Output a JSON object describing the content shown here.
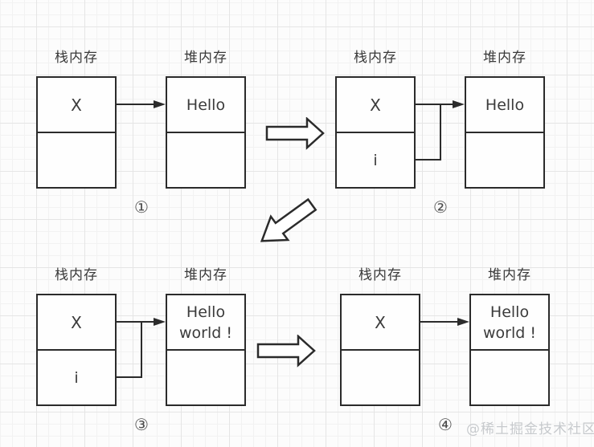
{
  "watermark": "@稀土掘金技术社区",
  "colors": {
    "line": "#2b2b2b",
    "text": "#3a3a3a",
    "box_fill": "#fefefe",
    "grid_minor": "#f2f2f2",
    "grid_major": "#e5e5e5",
    "watermark": "#c7cacd"
  },
  "panels": [
    {
      "step": "①",
      "stack_label": "栈内存",
      "heap_label": "堆内存",
      "stack_cells": [
        "X",
        ""
      ],
      "heap_lines": [
        "Hello"
      ]
    },
    {
      "step": "②",
      "stack_label": "栈内存",
      "heap_label": "堆内存",
      "stack_cells": [
        "X",
        "i"
      ],
      "heap_lines": [
        "Hello"
      ]
    },
    {
      "step": "③",
      "stack_label": "栈内存",
      "heap_label": "堆内存",
      "stack_cells": [
        "X",
        "i"
      ],
      "heap_lines": [
        "Hello",
        "world !"
      ]
    },
    {
      "step": "④",
      "stack_label": "栈内存",
      "heap_label": "堆内存",
      "stack_cells": [
        "X",
        ""
      ],
      "heap_lines": [
        "Hello",
        "world !"
      ]
    }
  ],
  "flow_arrows": [
    {
      "from": "①",
      "to": "②",
      "direction": "right"
    },
    {
      "from": "②",
      "to": "③",
      "direction": "down-left"
    },
    {
      "from": "③",
      "to": "④",
      "direction": "right"
    }
  ]
}
